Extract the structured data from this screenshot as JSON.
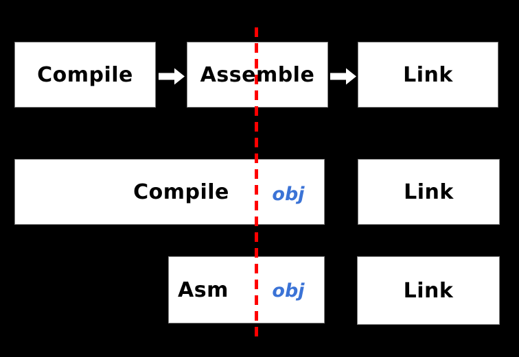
{
  "diagram": {
    "type": "build-pipeline-flow",
    "rows": {
      "pipeline": {
        "compile_label": "Compile",
        "assemble_label": "Assemble",
        "link_label": "Link"
      },
      "compile_combined": {
        "stage_label": "Compile",
        "artifact_label": "obj",
        "link_label": "Link"
      },
      "asm_combined": {
        "stage_label": "Asm",
        "artifact_label": "obj",
        "link_label": "Link"
      }
    },
    "icons": {
      "flow_arrow": "right-block-arrow",
      "divider": "vertical-red-dashed-line"
    },
    "colors": {
      "background": "#000000",
      "box_fill": "#ffffff",
      "box_border": "#808080",
      "label_text": "#000000",
      "divider_red": "#ff0000",
      "artifact_blue": "#3b73d6",
      "arrow_fill": "#ffffff"
    }
  }
}
